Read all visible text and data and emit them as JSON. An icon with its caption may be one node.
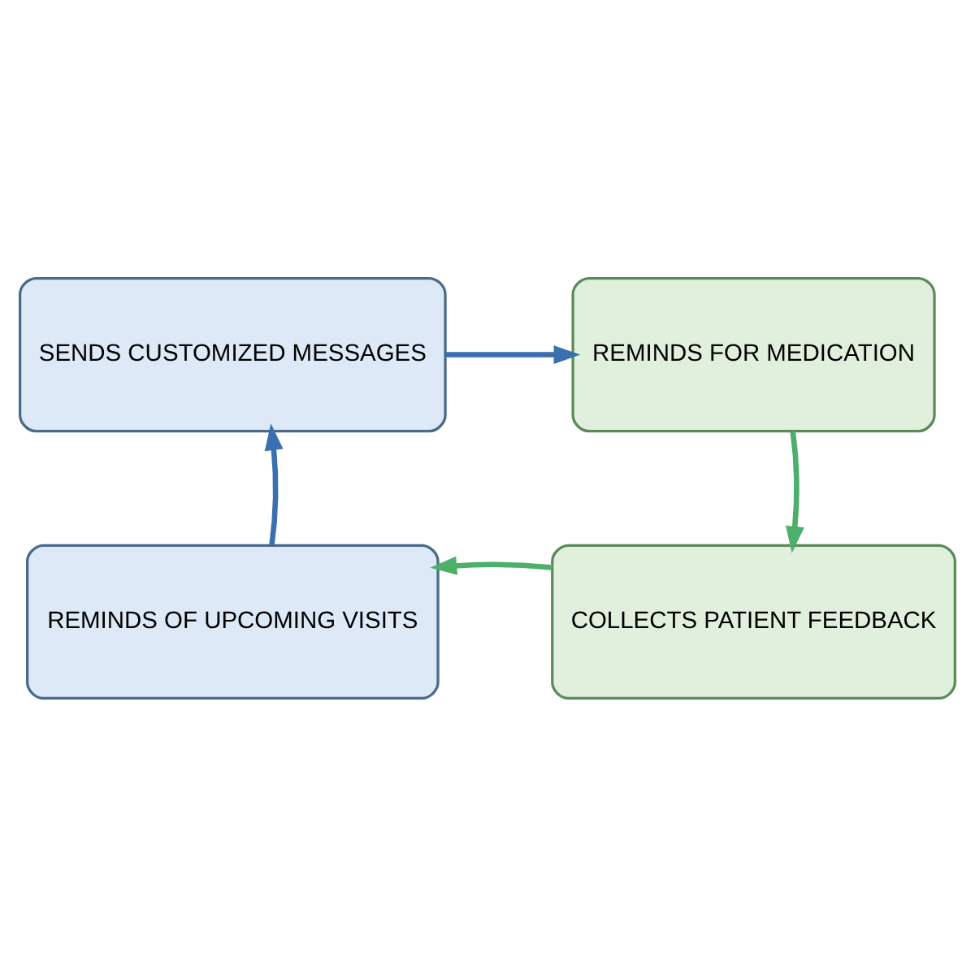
{
  "diagram": {
    "nodes": [
      {
        "text": [
          "SENDS CUSTOMIZED MESSAGES"
        ]
      },
      {
        "text": [
          "REMINDS FOR MEDICATION"
        ]
      },
      {
        "text": [
          "COLLECTS PATIENT FEEDBACK"
        ]
      },
      {
        "text": [
          "REMINDS OF UPCOMING VISITS"
        ]
      }
    ],
    "edges": [
      {
        "from": 0,
        "to": 1,
        "arrow": "to",
        "color": "#3a6fb0"
      },
      {
        "from": 1,
        "to": 2,
        "arrow": "to",
        "color": "#4caf6a"
      },
      {
        "from": 2,
        "to": 3,
        "arrow": "to",
        "color": "#4caf6a"
      },
      {
        "from": 3,
        "to": 0,
        "arrow": "to",
        "color": "#3a6fb0"
      }
    ]
  }
}
